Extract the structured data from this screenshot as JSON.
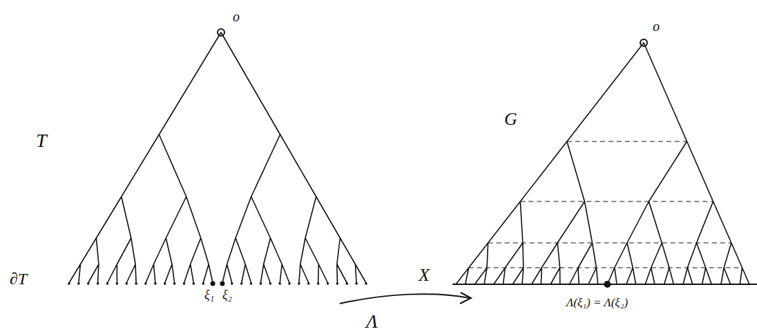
{
  "diagram": {
    "labels": [
      "o",
      "T",
      "∂T",
      "ξ₁",
      "ξ₂",
      "X",
      "Λ",
      "o",
      "G",
      "Λ(ξ₁) = Λ(ξ₂)"
    ]
  }
}
